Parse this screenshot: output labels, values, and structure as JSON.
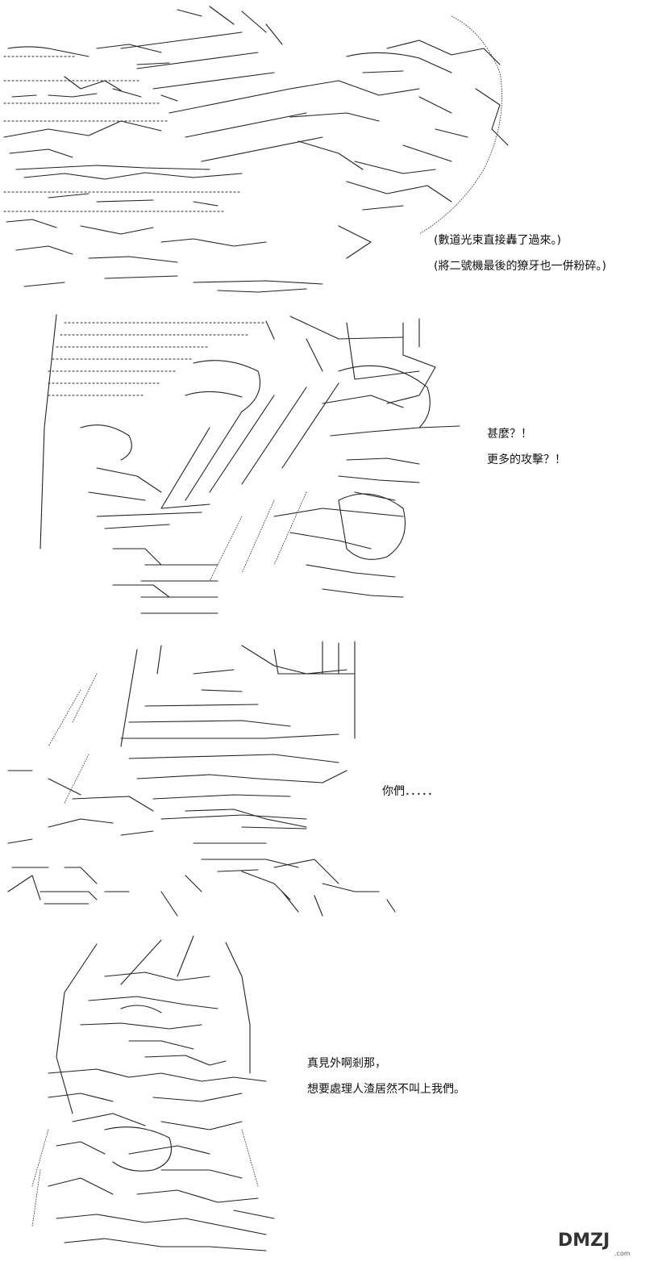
{
  "panels": [
    {
      "lines": [
        "(數道光束直接轟了過來。)",
        "(將二號機最後的獠牙也一併粉碎。)"
      ]
    },
    {
      "lines": [
        "甚麼？！",
        "更多的攻擊？！"
      ]
    },
    {
      "lines": [
        "你們．．．．．"
      ]
    },
    {
      "lines": [
        "真見外啊剎那，",
        "想要處理人渣居然不叫上我們。"
      ]
    }
  ],
  "watermark": {
    "logo_text": "DMZJ",
    "sub_text": ".com"
  }
}
